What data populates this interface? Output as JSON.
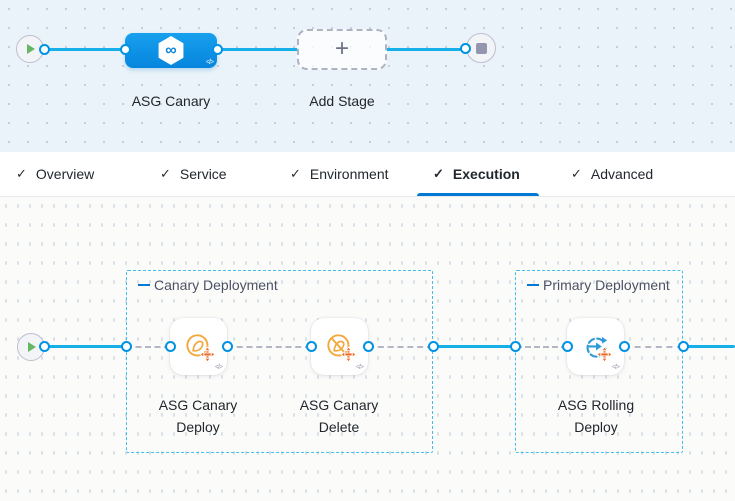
{
  "pipeline": {
    "stage_label": "ASG Canary",
    "add_stage_label": "Add Stage",
    "logo_glyph": "∞",
    "code_glyph": "</>",
    "plus_glyph": "+"
  },
  "tabs": {
    "check_glyph": "✓",
    "items": [
      {
        "label": "Overview",
        "checked": true,
        "active": false
      },
      {
        "label": "Service",
        "checked": true,
        "active": false
      },
      {
        "label": "Environment",
        "checked": true,
        "active": false
      },
      {
        "label": "Execution",
        "checked": true,
        "active": true
      },
      {
        "label": "Advanced",
        "checked": true,
        "active": false
      }
    ]
  },
  "execution": {
    "groups": [
      {
        "label": "Canary Deployment"
      },
      {
        "label": "Primary Deployment"
      }
    ],
    "steps": [
      {
        "name": "ASG Canary Deploy",
        "icon": "asg-canary-deploy-icon"
      },
      {
        "name": "ASG Canary Delete",
        "icon": "asg-canary-delete-icon"
      },
      {
        "name": "ASG Rolling Deploy",
        "icon": "asg-rolling-deploy-icon"
      }
    ]
  },
  "colors": {
    "accent_blue": "#0092e4",
    "line_blue": "#16afe8",
    "tab_underline": "#0278d5",
    "group_border": "#41bdee",
    "amber": "#f2a93b",
    "orange": "#ec6e2d",
    "rolling_blue": "#2d9bd8",
    "green": "#66b763"
  }
}
